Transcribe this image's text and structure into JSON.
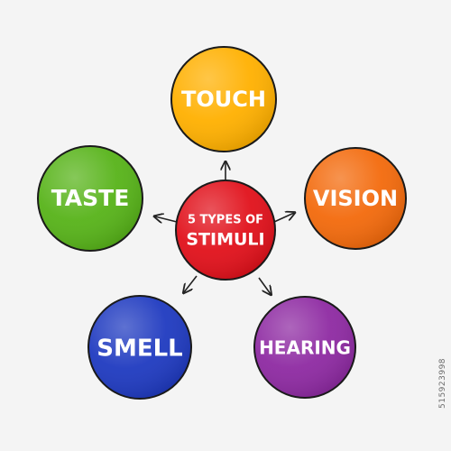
{
  "center": {
    "line1": "5 TYPES OF",
    "line2": "STIMULI",
    "color": "#e1111b"
  },
  "nodes": [
    {
      "key": "touch",
      "label": "TOUCH",
      "color": "#ffb000"
    },
    {
      "key": "vision",
      "label": "VISION",
      "color": "#f36a0c"
    },
    {
      "key": "hearing",
      "label": "HEARING",
      "color": "#8e2aa2"
    },
    {
      "key": "smell",
      "label": "SMELL",
      "color": "#1f3ac0"
    },
    {
      "key": "taste",
      "label": "TASTE",
      "color": "#57b319"
    }
  ],
  "stock_id": "515923998"
}
